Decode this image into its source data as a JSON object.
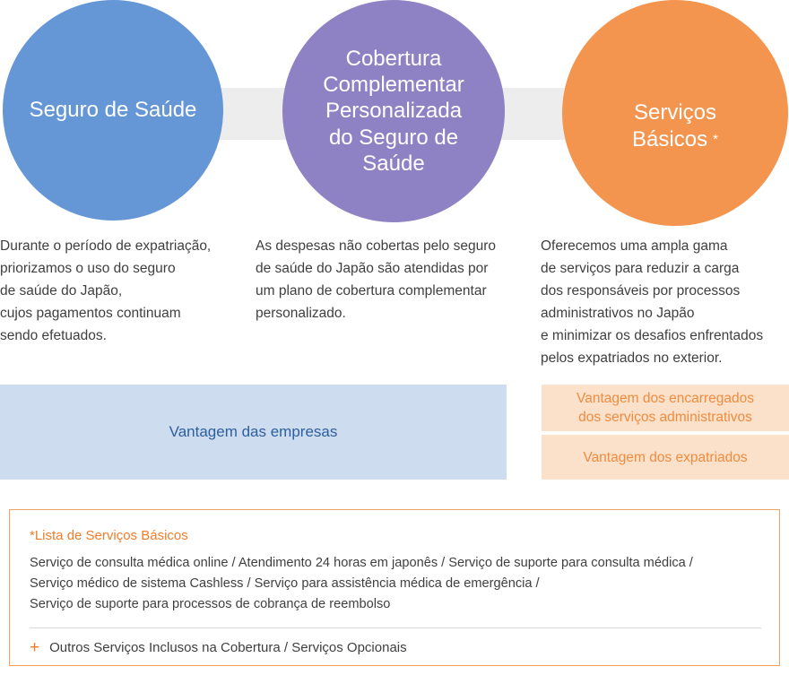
{
  "colors": {
    "blue_circle": "#6596d6",
    "purple_circle": "#8f82c4",
    "orange_circle": "#f3954f",
    "connector_gray": "#ededed",
    "light_blue_bar": "#cddcee",
    "blue_bar_text": "#2e5f9e",
    "peach_bar": "#fbe0ca",
    "peach_bar_text": "#ef8c3f",
    "note_border": "#f0a365",
    "note_title_text": "#f07c2a",
    "body_text": "#3f3f3f"
  },
  "circles": [
    {
      "id": "seguro-de-saude",
      "label": "Seguro de Saúde",
      "color": "#6596d6"
    },
    {
      "id": "cobertura-complementar",
      "label": "Cobertura\nComplementar\nPersonalizada\ndo Seguro de\nSaúde",
      "color": "#8f82c4"
    },
    {
      "id": "servicos-basicos",
      "label": "Serviços\nBásicos",
      "asterisk": "*",
      "color": "#f3954f"
    }
  ],
  "descriptions": [
    {
      "id": "desc-seguro-de-saude",
      "text": "Durante o período de expatriação,\npriorizamos o uso do seguro\nde saúde do Japão,\ncujos pagamentos continuam\nsendo efetuados."
    },
    {
      "id": "desc-cobertura-complementar",
      "text": "As despesas não cobertas pelo seguro\nde saúde do Japão são atendidas por\num plano de cobertura complementar\npersonalizado."
    },
    {
      "id": "desc-servicos-basicos",
      "text": "Oferecemos uma ampla gama\nde serviços para reduzir a carga\ndos responsáveis por processos\nadministrativos no Japão\ne minimizar os desafios enfrentados\npelos expatriados no exterior."
    }
  ],
  "benefit_bars": {
    "companies": "Vantagem das empresas",
    "administrators": "Vantagem dos encarregados\ndos serviços administrativos",
    "expatriates": "Vantagem dos expatriados"
  },
  "note": {
    "title": "*Lista de Serviços Básicos",
    "services_text": "Serviço de consulta médica online / Atendimento 24 horas em japonês / Serviço de suporte para consulta médica /\nServiço médico de sistema Cashless / Serviço para assistência médica de emergência /\nServiço de suporte para processos de cobrança de reembolso",
    "services_list": [
      "Serviço de consulta médica online",
      "Atendimento 24 horas em japonês",
      "Serviço de suporte para consulta médica",
      "Serviço médico de sistema Cashless",
      "Serviço para assistência médica de emergência",
      "Serviço de suporte para processos de cobrança de reembolso"
    ],
    "expand_icon": "+",
    "expand_label": "Outros Serviços Inclusos na Cobertura / Serviços Opcionais"
  }
}
